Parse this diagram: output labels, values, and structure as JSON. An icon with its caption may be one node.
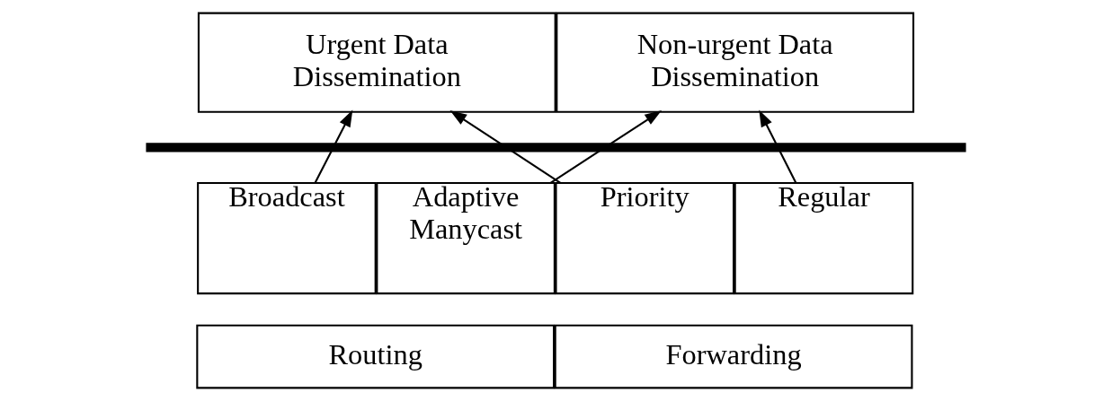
{
  "diagram": {
    "nodes": [
      {
        "text": [
          "Urgent Data Dissemination"
        ]
      },
      {
        "text": [
          "Non-urgent Data Dissemination"
        ]
      },
      {
        "text": [],
        "shape": "bar"
      },
      {
        "text": [
          "Broadcast"
        ]
      },
      {
        "text": [
          "Adaptive Manycast"
        ]
      },
      {
        "text": [
          "Priority"
        ]
      },
      {
        "text": [
          "Regular"
        ]
      },
      {
        "text": [
          "Routing"
        ]
      },
      {
        "text": [
          "Forwarding"
        ]
      }
    ],
    "edges": [
      {
        "from": 3,
        "to": 0,
        "arrow": "to"
      },
      {
        "from": 4,
        "to": 1,
        "arrow": "to"
      },
      {
        "from": 5,
        "to": 0,
        "arrow": "to"
      },
      {
        "from": 6,
        "to": 1,
        "arrow": "to"
      }
    ]
  }
}
